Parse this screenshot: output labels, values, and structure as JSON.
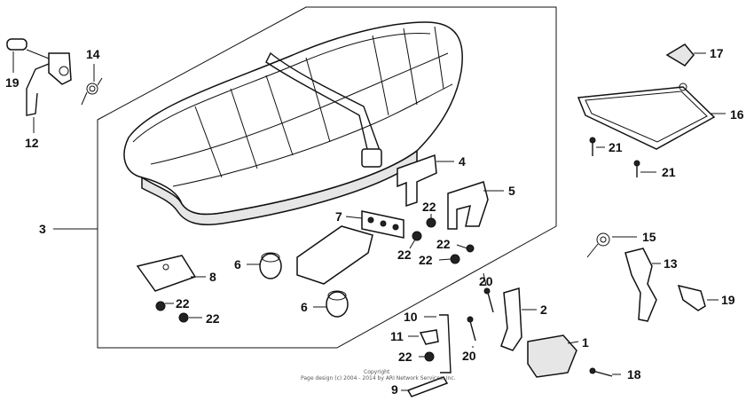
{
  "labels": {
    "p1": "1",
    "p2": "2",
    "p3": "3",
    "p4": "4",
    "p5": "5",
    "p6a": "6",
    "p6b": "6",
    "p7": "7",
    "p8": "8",
    "p9": "9",
    "p10": "10",
    "p11": "11",
    "p12": "12",
    "p13": "13",
    "p14": "14",
    "p15": "15",
    "p16": "16",
    "p17": "17",
    "p18": "18",
    "p19a": "19",
    "p19b": "19",
    "p20a": "20",
    "p20b": "20",
    "p21a": "21",
    "p21b": "21",
    "p22a": "22",
    "p22b": "22",
    "p22c": "22",
    "p22d": "22",
    "p22e": "22",
    "p22f": "22",
    "p22g": "22"
  },
  "copyright": {
    "line1": "Copyright",
    "line2": "Page design (c) 2004 - 2014 by ARI Network Services, Inc."
  }
}
